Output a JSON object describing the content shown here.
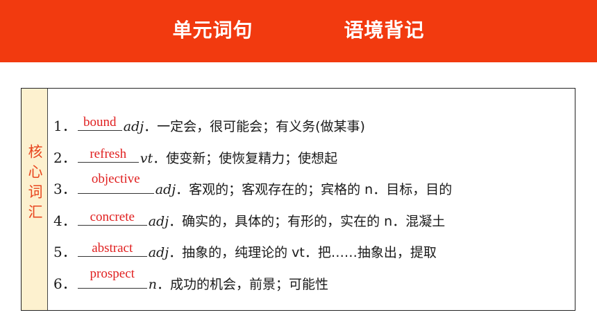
{
  "banner": {
    "title": "单元词句    语境背记"
  },
  "sidebar": {
    "label": "核心词汇"
  },
  "items": [
    {
      "num": "1．",
      "answer": "bound",
      "pos": "adj",
      "def": "．一定会，很可能会；有义务(做某事)"
    },
    {
      "num": "2．",
      "answer": "refresh",
      "pos": "vt",
      "def": "．使变新；使恢复精力；使想起"
    },
    {
      "num": "3．",
      "answer": "objective",
      "pos": "adj",
      "def": "．客观的；客观存在的；宾格的 n．目标，目的"
    },
    {
      "num": "4．",
      "answer": "concrete",
      "pos": "adj",
      "def": "．确实的，具体的；有形的，实在的 n．混凝土"
    },
    {
      "num": "5．",
      "answer": "abstract",
      "pos": "adj",
      "def": "．抽象的，纯理论的 vt．把……抽象出，提取"
    },
    {
      "num": "6．",
      "answer": "prospect",
      "pos": "n",
      "def": "．成功的机会，前景；可能性"
    }
  ]
}
